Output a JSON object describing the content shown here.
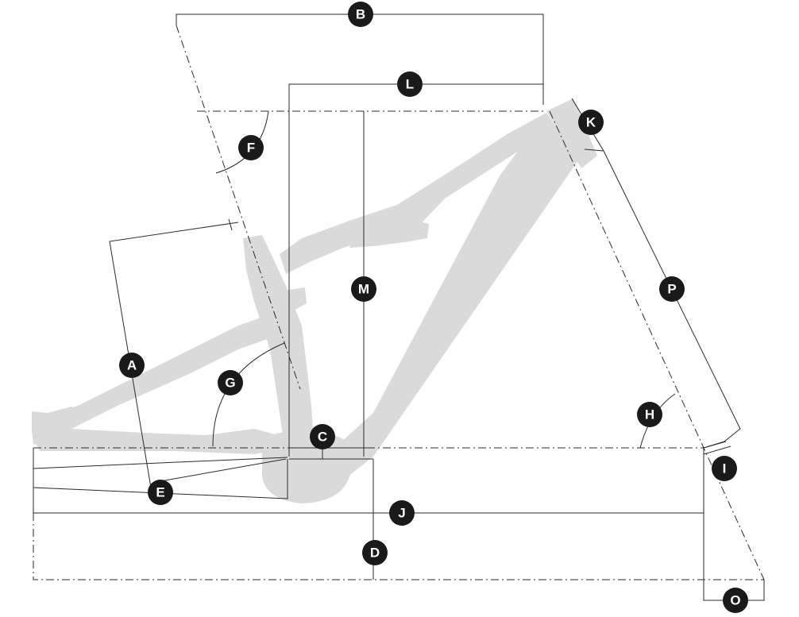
{
  "diagram": {
    "type": "bike-frame-geometry",
    "labels": {
      "A": "A",
      "B": "B",
      "C": "C",
      "D": "D",
      "E": "E",
      "F": "F",
      "G": "G",
      "H": "H",
      "I": "I",
      "J": "J",
      "K": "K",
      "L": "L",
      "M": "M",
      "O": "O",
      "P": "P"
    }
  }
}
